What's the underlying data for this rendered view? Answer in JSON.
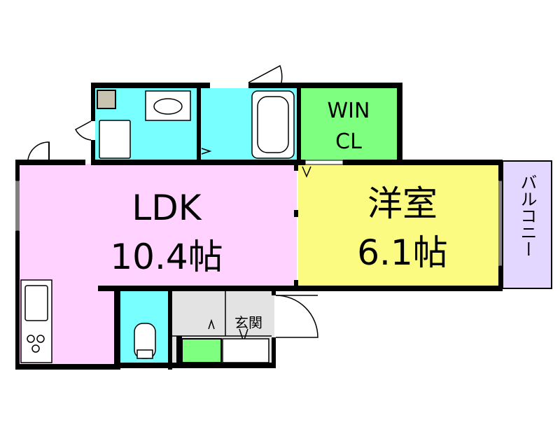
{
  "rooms": {
    "ldk": {
      "name": "LDK",
      "size": "10.4帖"
    },
    "western": {
      "name": "洋室",
      "size": "6.1帖"
    },
    "closet": {
      "line1": "WIN",
      "line2": "CL"
    },
    "entrance": {
      "name": "玄関"
    },
    "balcony": {
      "name": "バルコニー"
    }
  },
  "colors": {
    "ldk": "#ffd2ff",
    "western": "#fbfb82",
    "closet": "#7fff7f",
    "wet_area": "#78ffff",
    "entrance": "#e3e3e3",
    "balcony": "#e3d6ff",
    "storage_small": "#c8c3b0",
    "shoe_box": "#7fff7f"
  }
}
